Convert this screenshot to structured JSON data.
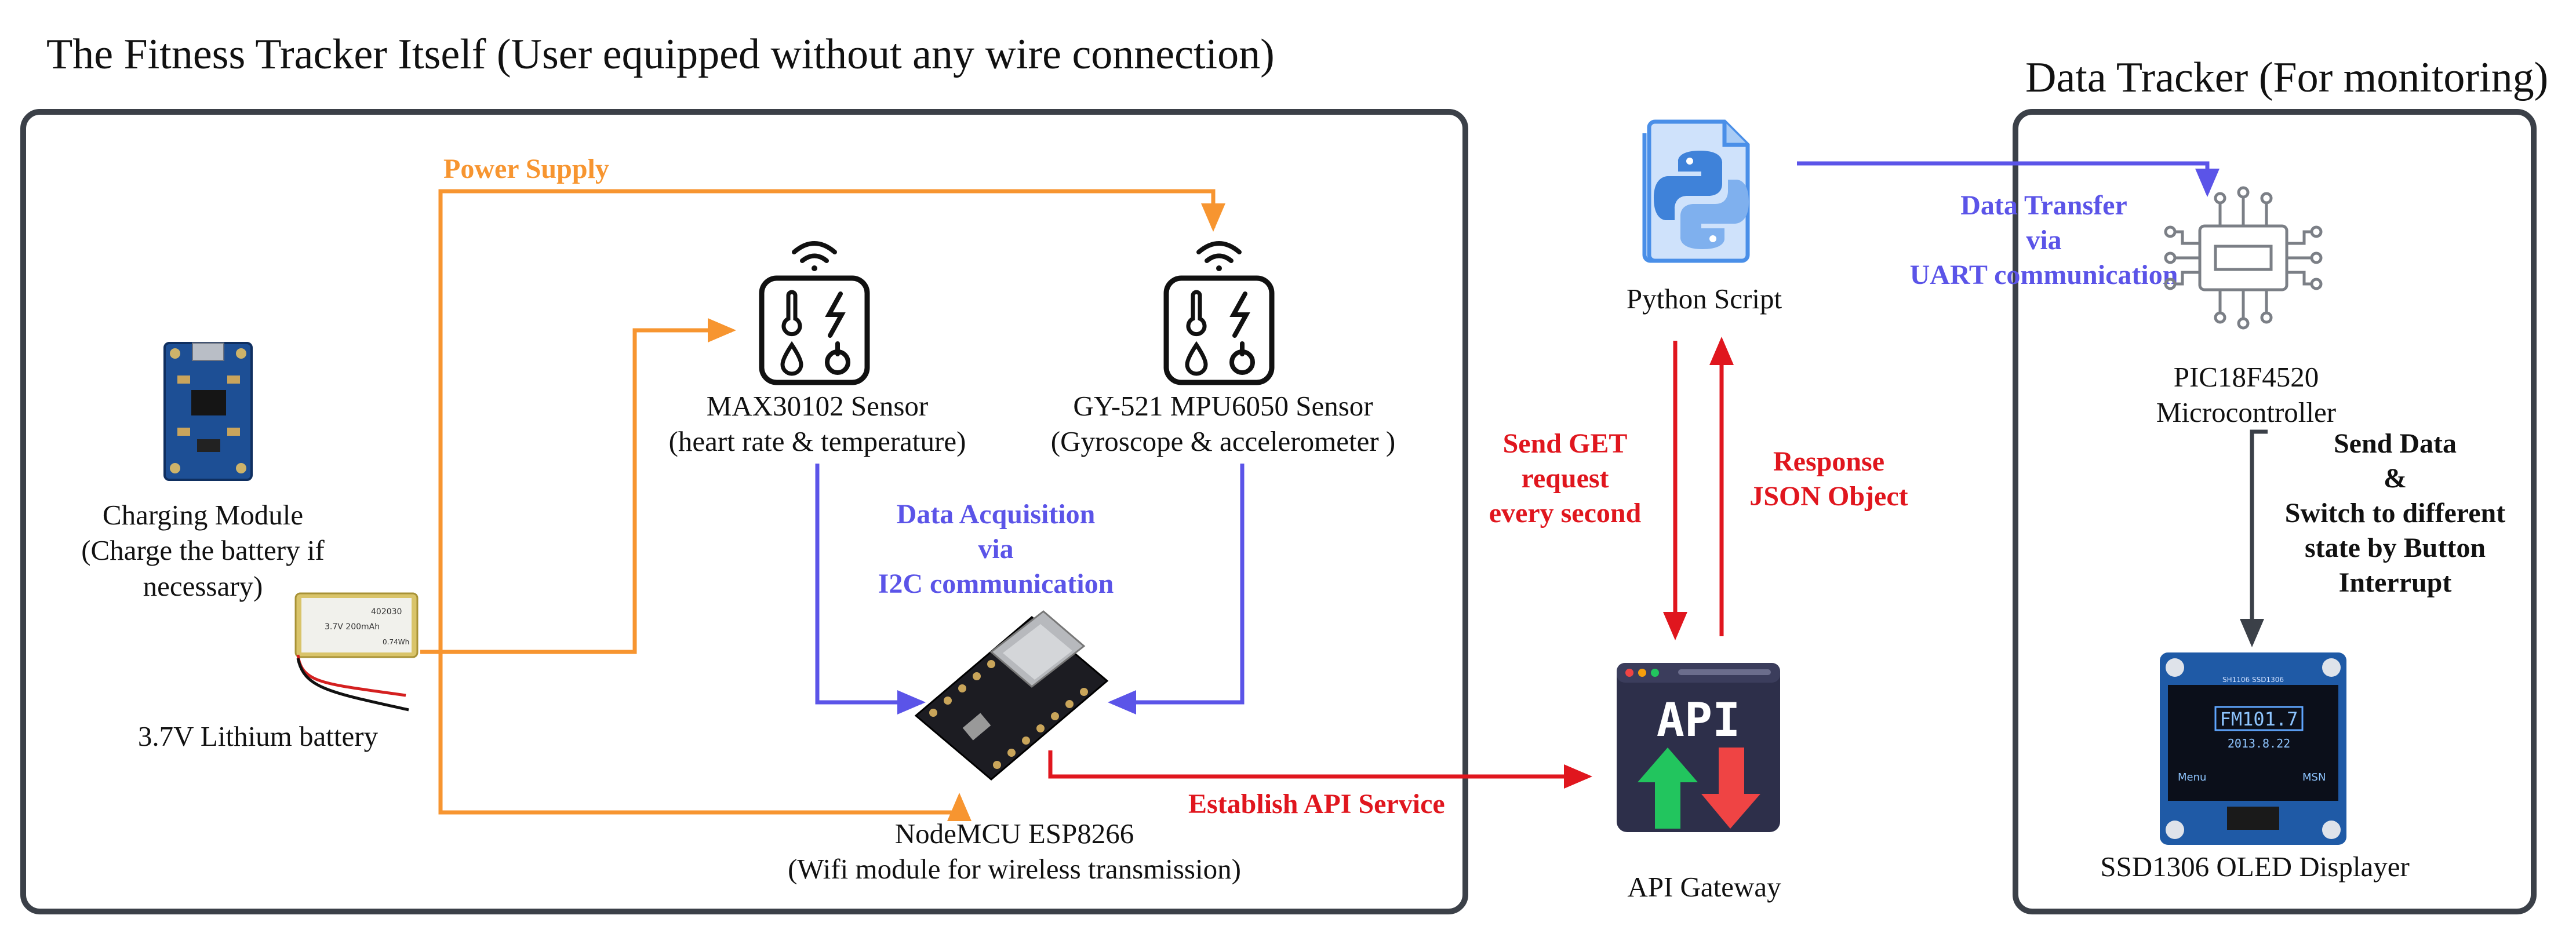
{
  "sections": {
    "fitness_title": "The Fitness Tracker Itself (User equipped without any wire connection)",
    "monitor_title": "Data Tracker (For monitoring)"
  },
  "components": {
    "charging_module": [
      "Charging Module",
      "(Charge the battery if",
      "necessary)"
    ],
    "battery": "3.7V Lithium battery",
    "battery_chip": [
      "402030",
      "3.7V  200mAh",
      "0.74Wh"
    ],
    "max_sensor": [
      "MAX30102 Sensor",
      "(heart rate & temperature)"
    ],
    "gy_sensor": [
      "GY-521 MPU6050 Sensor",
      "(Gyroscope & accelerometer )"
    ],
    "nodemcu": [
      "NodeMCU ESP8266",
      "(Wifi module for wireless transmission)"
    ],
    "python_script": "Python Script",
    "api_gateway": "API Gateway",
    "api_icon_text": "API",
    "pic": [
      "PIC18F4520",
      "Microcontroller"
    ],
    "oled": "SSD1306 OLED Displayer",
    "oled_screen": {
      "header": "SH1106 SSD1306",
      "station": "FM101.7",
      "date": "2013.8.22",
      "left": "Menu",
      "right": "MSN"
    }
  },
  "connections": {
    "power_supply": "Power Supply",
    "data_acquisition": [
      "Data Acquisition",
      "via",
      "I2C communication"
    ],
    "establish_api": "Establish API Service",
    "send_get": [
      "Send  GET",
      "request",
      "every second"
    ],
    "response": [
      "Response",
      "JSON Object"
    ],
    "data_transfer": [
      "Data  Transfer",
      "via",
      "UART communication"
    ],
    "send_data": [
      "Send Data",
      "&",
      "Switch to different",
      "state by Button",
      "Interrupt"
    ]
  },
  "colors": {
    "power": "#f79530",
    "i2c": "#5b54e8",
    "http": "#e0161e",
    "frame": "#3b4048"
  }
}
